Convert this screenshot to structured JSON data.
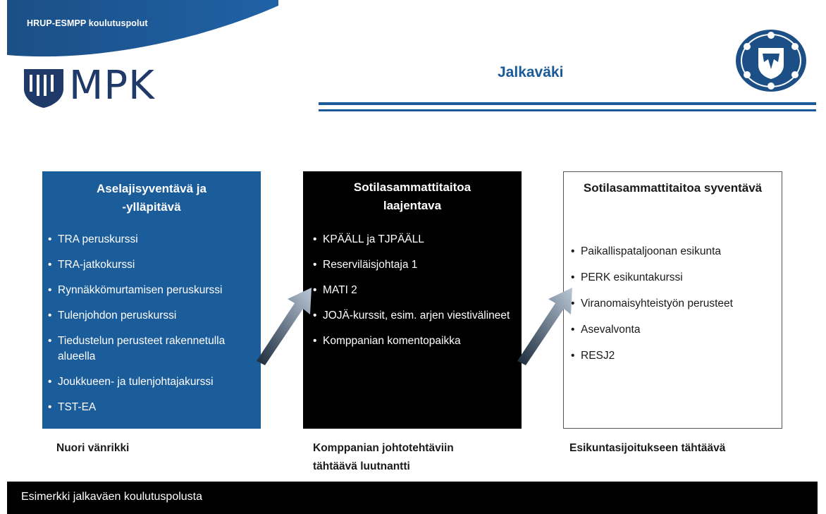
{
  "header": {
    "label": "HRUP-ESMPP koulutuspolut",
    "logo_text": "MPK",
    "title": "Jalkaväki"
  },
  "colors": {
    "brand_blue": "#1b5c9a",
    "title_blue": "#1a5a99",
    "dark": "#000000"
  },
  "columns": [
    {
      "title": "Aselajisyventävä ja\n-ylläpitävä",
      "items": [
        "TRA peruskurssi",
        "TRA-jatkokurssi",
        "Rynnäkkömurtamisen peruskurssi",
        "Tulenjohdon peruskurssi",
        "Tiedustelun perusteet rakennetulla alueella",
        "Joukkueen- ja tulenjohtajakurssi",
        "TST-EA"
      ],
      "caption": "Nuori vänrikki"
    },
    {
      "title": "Sotilasammattitaitoa\nlaajentava",
      "items": [
        "KPÄÄLL ja TJPÄÄLL",
        "Reserviläisjohtaja 1",
        "MATI 2",
        "JOJÄ-kurssit, esim. arjen viestivälineet",
        "Komppanian komentopaikka"
      ],
      "caption": "Komppanian  johtotehtäviin\ntähtäävä  luutnantti"
    },
    {
      "title": "Sotilasammattitaitoa  syventävä",
      "items": [
        "Paikallispataljoonan esikunta",
        "PERK esikuntakurssi",
        "Viranomaisyhteistyön perusteet",
        "Asevalvonta",
        "RESJ2"
      ],
      "caption": "Esikuntasijoitukseen  tähtäävä"
    }
  ],
  "footer": {
    "text": "Esimerkki jalkaväen koulutuspolusta"
  }
}
